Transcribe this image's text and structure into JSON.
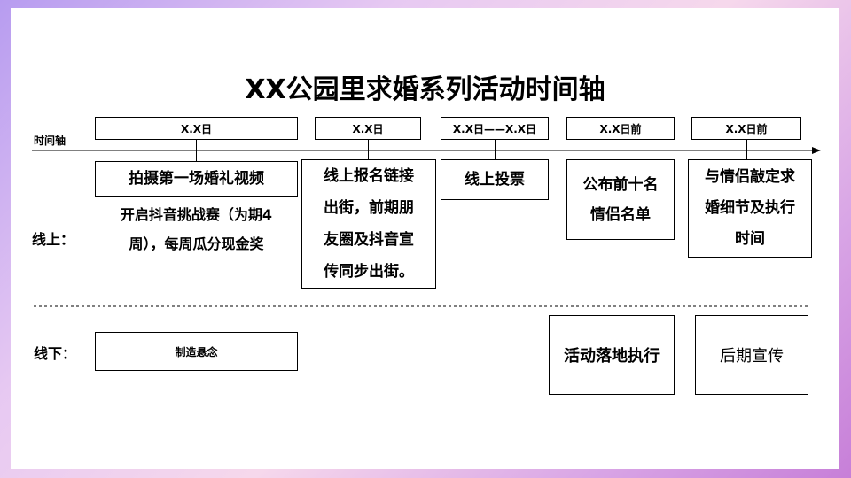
{
  "title": "XX公园里求婚系列活动时间轴",
  "axis_label": "时间轴",
  "row_labels": {
    "online": "线上：",
    "offline": "线下："
  },
  "dates": [
    "X.X日",
    "X.X日",
    "X.X日——X.X日",
    "X.X日前",
    "X.X日前"
  ],
  "online": {
    "e1_box": "拍摄第一场婚礼视频",
    "e1_desc_line1": "开启抖音挑战赛（为期4",
    "e1_desc_line2": "周），每周瓜分现金奖",
    "e2_line1": "线上报名链接",
    "e2_line2": "出街，前期朋",
    "e2_line3": "友圈及抖音宣",
    "e2_line4": "传同步出街。",
    "e3": "线上投票",
    "e4_line1": "公布前十名",
    "e4_line2": "情侣名单",
    "e5_line1": "与情侣敲定求",
    "e5_line2": "婚细节及执行",
    "e5_line3": "时间"
  },
  "offline": {
    "o1": "制造悬念",
    "o2": "活动落地执行",
    "o3": "后期宣传"
  }
}
